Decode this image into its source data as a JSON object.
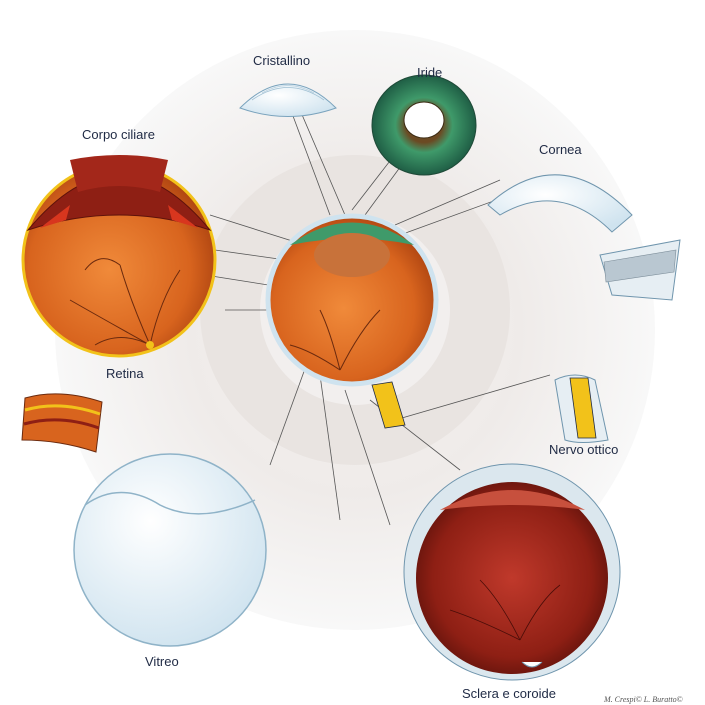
{
  "labels": {
    "cristallino": "Cristallino",
    "iride": "Iride",
    "corpo_ciliare": "Corpo ciliare",
    "cornea": "Cornea",
    "retina": "Retina",
    "nervo_ottico": "Nervo ottico",
    "vitreo": "Vitreo",
    "sclera_coroide": "Sclera e coroide"
  },
  "credit": "M. Crespi© L. Buratto©",
  "colors": {
    "eye_orange": "#d8641e",
    "eye_dark_orange": "#a8400f",
    "choroid_red": "#8e1f14",
    "iris_green": "#3f9a6a",
    "nerve_yellow": "#f2c21a",
    "glass_blue": "#cfe3ef",
    "label_text": "#1f2a44"
  }
}
